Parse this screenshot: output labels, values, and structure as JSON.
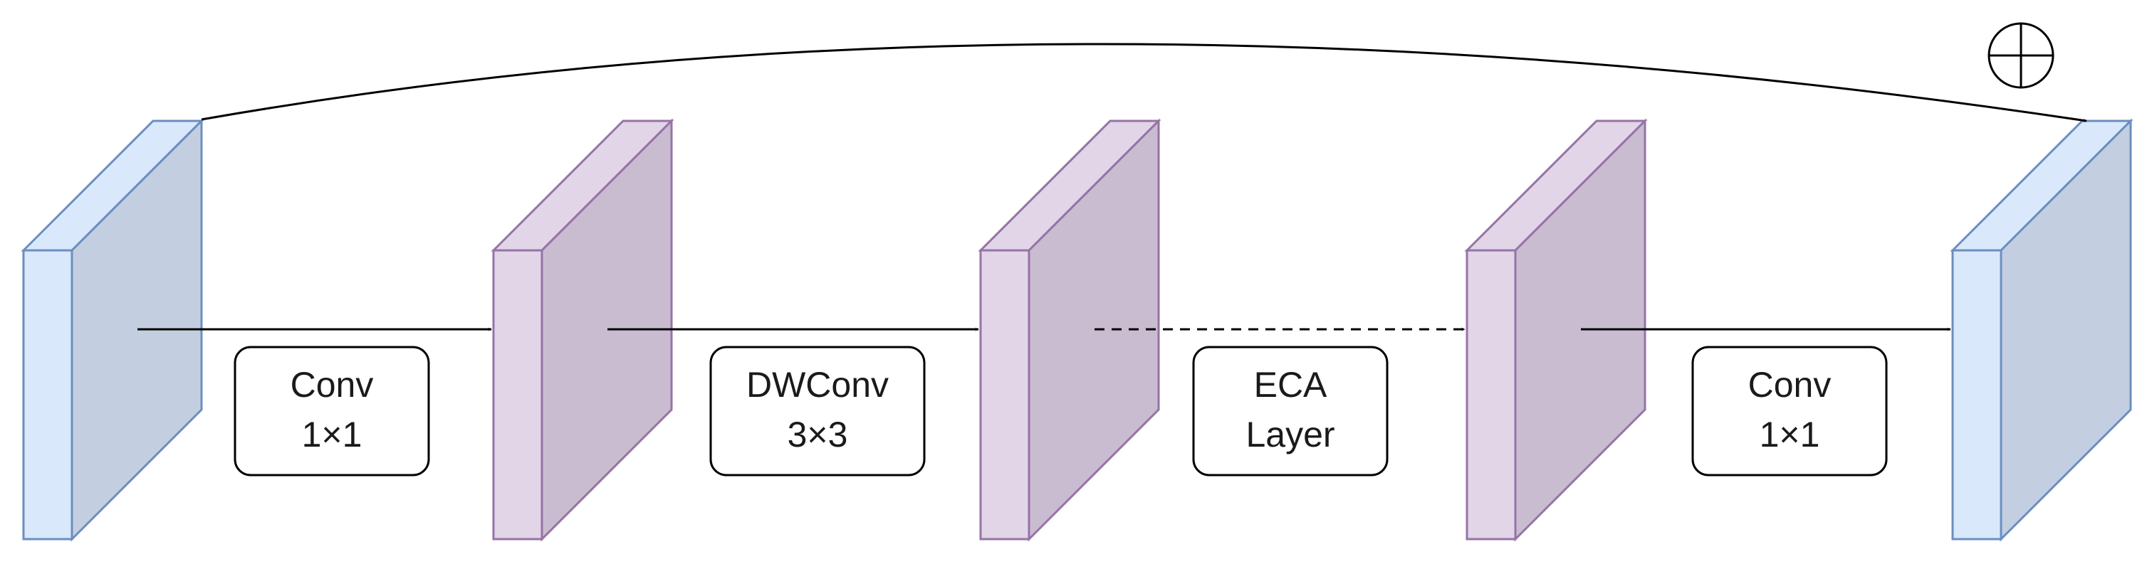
{
  "diagram": {
    "colors": {
      "input_front": "#dae8fc",
      "input_side": "#c3cfe0",
      "input_stroke": "#6c8ebf",
      "mid_front": "#e1d5e7",
      "mid_side": "#c9bcd1",
      "mid_stroke": "#9673a6",
      "arrow": "#000000",
      "box_stroke": "#000000",
      "box_fill": "#ffffff"
    },
    "operations": [
      {
        "id": "conv1",
        "line1": "Conv",
        "line2": "1×1",
        "arrow_style": "solid"
      },
      {
        "id": "dwconv",
        "line1": "DWConv",
        "line2": "3×3",
        "arrow_style": "solid"
      },
      {
        "id": "eca",
        "line1": "ECA",
        "line2": "Layer",
        "arrow_style": "dashed"
      },
      {
        "id": "conv2",
        "line1": "Conv",
        "line2": "1×1",
        "arrow_style": "solid"
      }
    ],
    "feature_maps": [
      {
        "id": "input",
        "kind": "input"
      },
      {
        "id": "fm1",
        "kind": "mid"
      },
      {
        "id": "fm2",
        "kind": "mid"
      },
      {
        "id": "fm3",
        "kind": "mid"
      },
      {
        "id": "output",
        "kind": "output"
      }
    ],
    "residual": {
      "symbol": "add-circle-icon"
    }
  }
}
